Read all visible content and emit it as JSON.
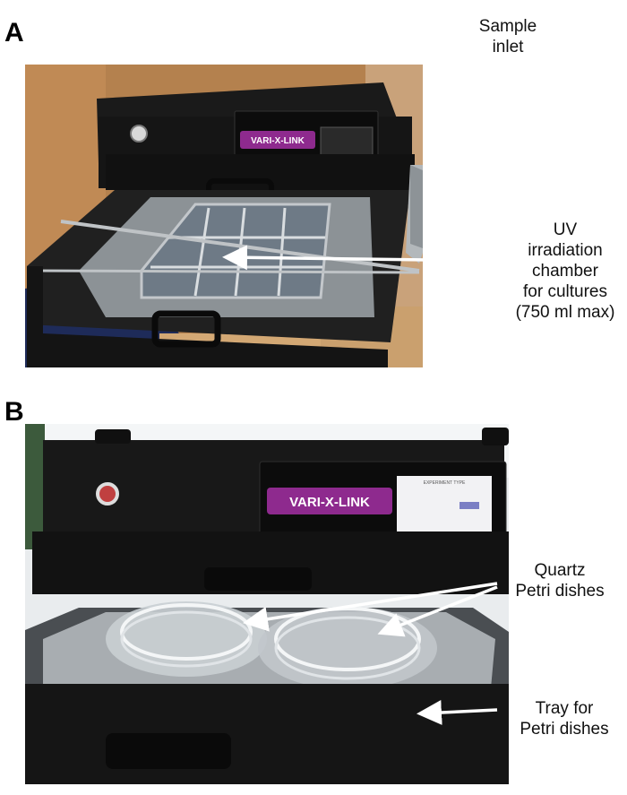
{
  "panel_a": {
    "letter": "A",
    "brand_text": "VARI-X-LINK",
    "labels": {
      "sample_inlet_1": "Sample",
      "sample_inlet_2": "inlet",
      "uv_1": "UV",
      "uv_2": "irradiation",
      "uv_3": "chamber",
      "uv_4": "for cultures",
      "uv_5": "(750 ml max)"
    }
  },
  "panel_b": {
    "letter": "B",
    "brand_text": "VARI-X-LINK",
    "screen_text": "EXPERIMENT TYPE",
    "labels": {
      "quartz_1": "Quartz",
      "quartz_2": "Petri dishes",
      "tray_1": "Tray for",
      "tray_2": "Petri dishes"
    }
  },
  "colors": {
    "device_black": "#161616",
    "brand_purple": "#8e2a8e",
    "wood": "#b7824f",
    "carpet": "#1e2b59",
    "steel": "#9aa0a4"
  }
}
